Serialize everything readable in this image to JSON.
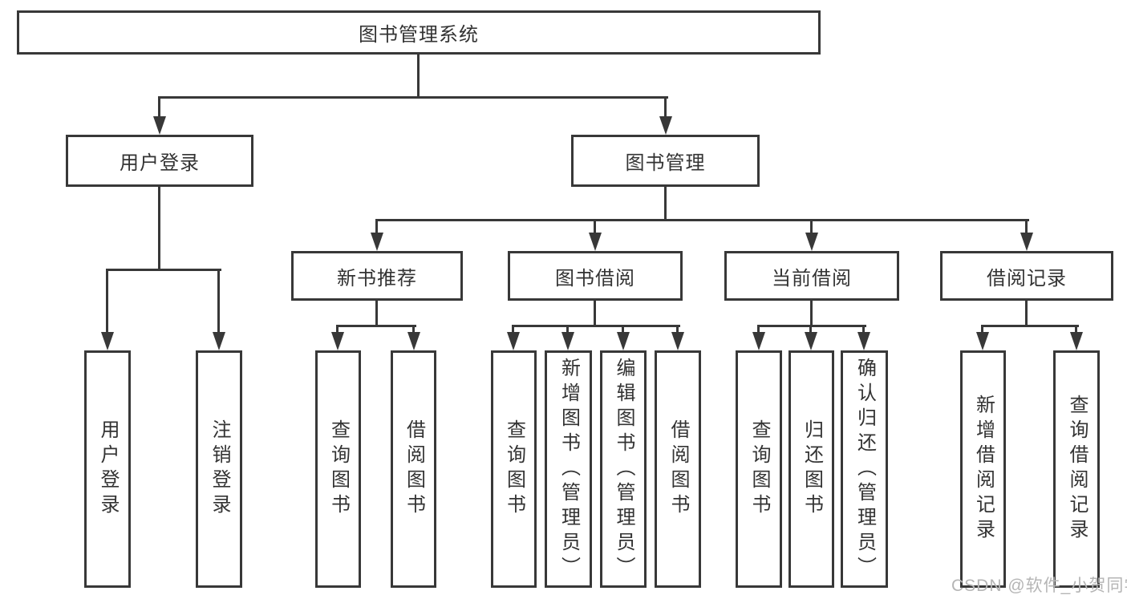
{
  "diagram": {
    "root": {
      "label": "图书管理系统"
    },
    "level2": [
      {
        "label": "用户登录"
      },
      {
        "label": "图书管理"
      }
    ],
    "level3": [
      {
        "label": "新书推荐"
      },
      {
        "label": "图书借阅"
      },
      {
        "label": "当前借阅"
      },
      {
        "label": "借阅记录"
      }
    ],
    "leaves": {
      "user_login": [
        "用户登录",
        "注销登录"
      ],
      "new_book": [
        "查询图书",
        "借阅图书"
      ],
      "book_borrow": [
        "查询图书",
        "新增图书（管理员）",
        "编辑图书（管理员）",
        "借阅图书"
      ],
      "current_borrow": [
        "查询图书",
        "归还图书",
        "确认归还（管理员）"
      ],
      "borrow_records": [
        "新增借阅记录",
        "查询借阅记录"
      ]
    },
    "watermark": "CSDN @软件_小贺同学",
    "colors": {
      "line": "#383838",
      "text": "#333333",
      "watermark": "#b5b5b5",
      "background": "#ffffff"
    }
  }
}
